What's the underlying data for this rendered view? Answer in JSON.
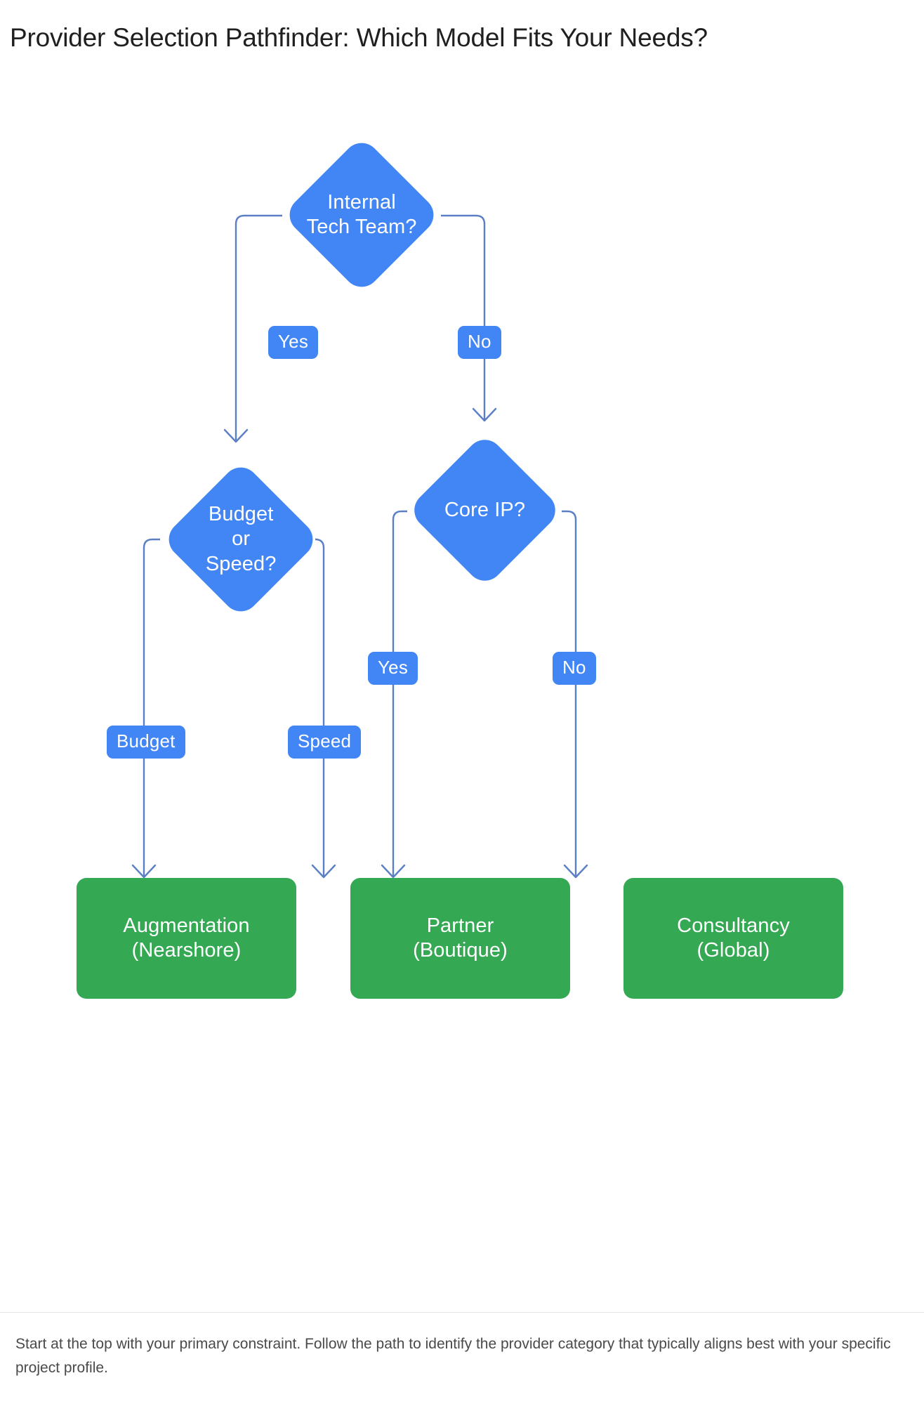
{
  "page": {
    "title": "Provider Selection Pathfinder: Which Model Fits Your Needs?",
    "caption": "Start at the top with your primary constraint. Follow the path to identify the provider category that typically aligns best with your specific project profile.",
    "background": "#ffffff",
    "decision_color": "#4285F4",
    "terminal_color": "#34A853",
    "edge_color": "#5b7fc4",
    "title_color": "#1f1f1f",
    "caption_color": "#4a4a4a"
  },
  "chart_data": {
    "type": "flowchart",
    "title": "Provider Selection Pathfinder: Which Model Fits Your Needs?",
    "orientation": "top-down",
    "nodes": [
      {
        "id": "internal_tech",
        "label": "Internal\nTech Team?",
        "shape": "diamond",
        "color": "#4285F4",
        "level": 0
      },
      {
        "id": "budget_speed",
        "label": "Budget\nor\nSpeed?",
        "shape": "diamond",
        "color": "#4285F4",
        "level": 1
      },
      {
        "id": "core_ip",
        "label": "Core IP?",
        "shape": "diamond",
        "color": "#4285F4",
        "level": 1
      },
      {
        "id": "augmentation",
        "label": "Augmentation\n(Nearshore)",
        "shape": "rounded-rect",
        "color": "#34A853",
        "level": 2
      },
      {
        "id": "partner",
        "label": "Partner\n(Boutique)",
        "shape": "rounded-rect",
        "color": "#34A853",
        "level": 2
      },
      {
        "id": "consultancy",
        "label": "Consultancy\n(Global)",
        "shape": "rounded-rect",
        "color": "#34A853",
        "level": 2
      }
    ],
    "edges": [
      {
        "from": "internal_tech",
        "to": "budget_speed",
        "label": "Yes"
      },
      {
        "from": "internal_tech",
        "to": "core_ip",
        "label": "No"
      },
      {
        "from": "budget_speed",
        "to": "augmentation",
        "label": "Budget"
      },
      {
        "from": "budget_speed",
        "to": "partner",
        "label": "Speed"
      },
      {
        "from": "core_ip",
        "to": "partner",
        "label": "Yes"
      },
      {
        "from": "core_ip",
        "to": "consultancy",
        "label": "No"
      }
    ]
  },
  "nodes": {
    "internal_tech": {
      "label": "Internal\nTech Team?"
    },
    "budget_speed": {
      "label": "Budget\nor\nSpeed?"
    },
    "core_ip": {
      "label": "Core IP?"
    },
    "augmentation": {
      "label": "Augmentation\n(Nearshore)"
    },
    "partner": {
      "label": "Partner\n(Boutique)"
    },
    "consultancy": {
      "label": "Consultancy\n(Global)"
    }
  },
  "edge_labels": {
    "internal_yes": "Yes",
    "internal_no": "No",
    "budget": "Budget",
    "speed": "Speed",
    "coreip_yes": "Yes",
    "coreip_no": "No"
  }
}
